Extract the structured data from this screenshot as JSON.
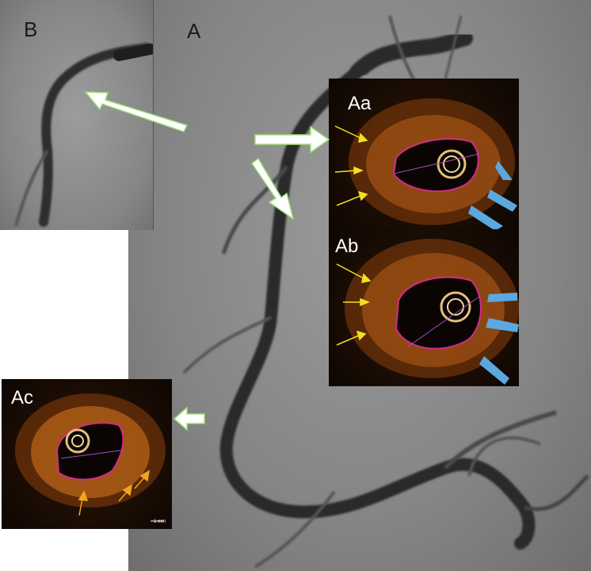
{
  "panels": {
    "A": {
      "label": "A"
    },
    "B": {
      "label": "B"
    },
    "Aa": {
      "label": "Aa"
    },
    "Ab": {
      "label": "Ab"
    },
    "Ac": {
      "label": "Ac",
      "scale_bar": "1 mm"
    }
  },
  "colors": {
    "annotation_arrow_fill": "#ffffff",
    "annotation_arrow_outline": "#9fe07a",
    "yellow_arrow": "#f2e21c",
    "blue_arrow": "#5aa8df",
    "lumen_contour": "#d42a8a",
    "orange_arrow": "#f2a51c",
    "oct_signal": "#d9781e"
  },
  "icons": {
    "white_arrows": "white-arrow-icon",
    "yellow_arrows": "yellow-arrow-icon",
    "blue_arrows": "blue-arrow-icon",
    "orange_arrows": "orange-arrow-icon"
  }
}
